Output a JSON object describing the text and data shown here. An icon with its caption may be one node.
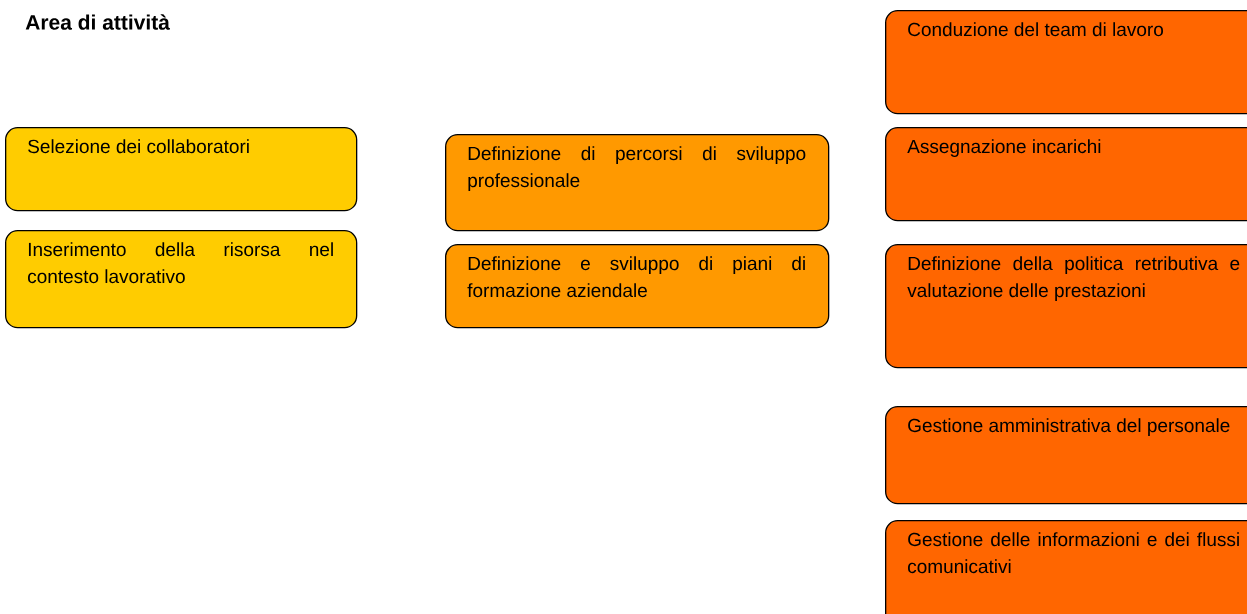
{
  "diagram": {
    "title": "Area di attività",
    "nodes": [
      {
        "text": [
          "Selezione dei collaboratori"
        ]
      },
      {
        "text": [
          "Inserimento della risorsa nel contesto lavorativo"
        ]
      },
      {
        "text": [
          "Definizione di percorsi di sviluppo professionale"
        ]
      },
      {
        "text": [
          "Definizione e sviluppo di piani di formazione aziendale"
        ]
      },
      {
        "text": [
          "Conduzione del team di lavoro"
        ]
      },
      {
        "text": [
          "Assegnazione incarichi"
        ]
      },
      {
        "text": [
          "Definizione della politica retributiva e valutazione delle prestazioni"
        ]
      },
      {
        "text": [
          "Gestione amministrativa del personale"
        ]
      },
      {
        "text": [
          "Gestione delle informazioni e dei flussi comunicativi"
        ]
      }
    ]
  }
}
